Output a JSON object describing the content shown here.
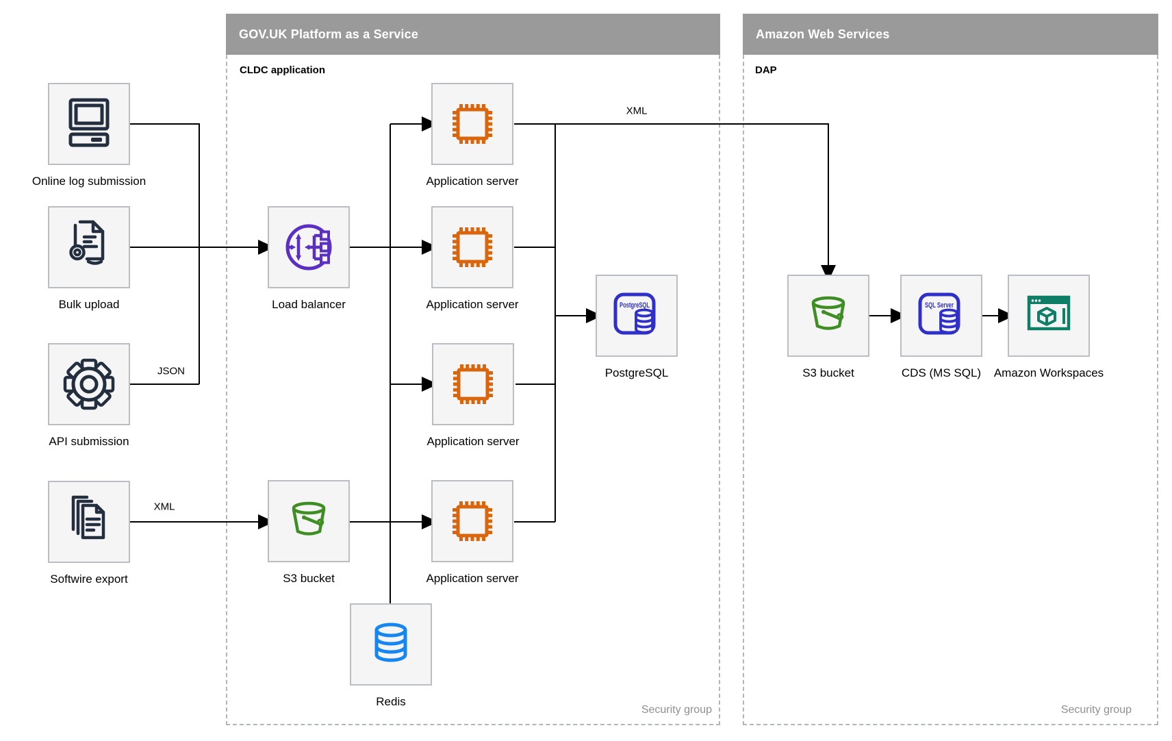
{
  "containers": {
    "paas": {
      "title": "GOV.UK Platform as a Service",
      "subtitle": "CLDC application",
      "footer": "Security group"
    },
    "aws": {
      "title": "Amazon Web Services",
      "subtitle": "DAP",
      "footer": "Security group"
    }
  },
  "nodes": {
    "online_log": {
      "label": "Online log submission",
      "icon": "desktop-computer-icon"
    },
    "bulk_upload": {
      "label": "Bulk upload",
      "icon": "document-gear-icon"
    },
    "api_submission": {
      "label": "API submission",
      "icon": "gear-icon"
    },
    "softwire_export": {
      "label": "Softwire export",
      "icon": "documents-stack-icon"
    },
    "load_balancer": {
      "label": "Load balancer",
      "icon": "load-balancer-icon"
    },
    "app_server_1": {
      "label": "Application server",
      "icon": "processor-chip-icon"
    },
    "app_server_2": {
      "label": "Application server",
      "icon": "processor-chip-icon"
    },
    "app_server_3": {
      "label": "Application server",
      "icon": "processor-chip-icon"
    },
    "app_server_4": {
      "label": "Application server",
      "icon": "processor-chip-icon"
    },
    "postgresql": {
      "label": "PostgreSQL",
      "icon": "postgresql-database-icon",
      "icon_text": "PostgreSQL"
    },
    "s3_bucket_paas": {
      "label": "S3 bucket",
      "icon": "s3-bucket-icon"
    },
    "redis": {
      "label": "Redis",
      "icon": "redis-database-icon"
    },
    "s3_bucket_aws": {
      "label": "S3 bucket",
      "icon": "s3-bucket-icon"
    },
    "cds": {
      "label": "CDS (MS SQL)",
      "icon": "sql-server-database-icon",
      "icon_text": "SQL Server"
    },
    "workspaces": {
      "label": "Amazon Workspaces",
      "icon": "amazon-workspaces-icon"
    }
  },
  "edge_labels": {
    "json": "JSON",
    "xml_export": "XML",
    "xml_transfer": "XML"
  },
  "colors": {
    "container_header": "#9a9a9a",
    "box_fill": "#f5f5f6",
    "box_border": "#babdc1",
    "dashed_border": "#b3b6b9",
    "line": "#000000",
    "navy": "#232f3e",
    "purple": "#5a2fc2",
    "orange": "#d9650d",
    "green": "#3f8e24",
    "indigo": "#2f2fc9",
    "azure": "#1686f0",
    "teal": "#0e7f66",
    "footer_text": "#8f8f8f"
  }
}
